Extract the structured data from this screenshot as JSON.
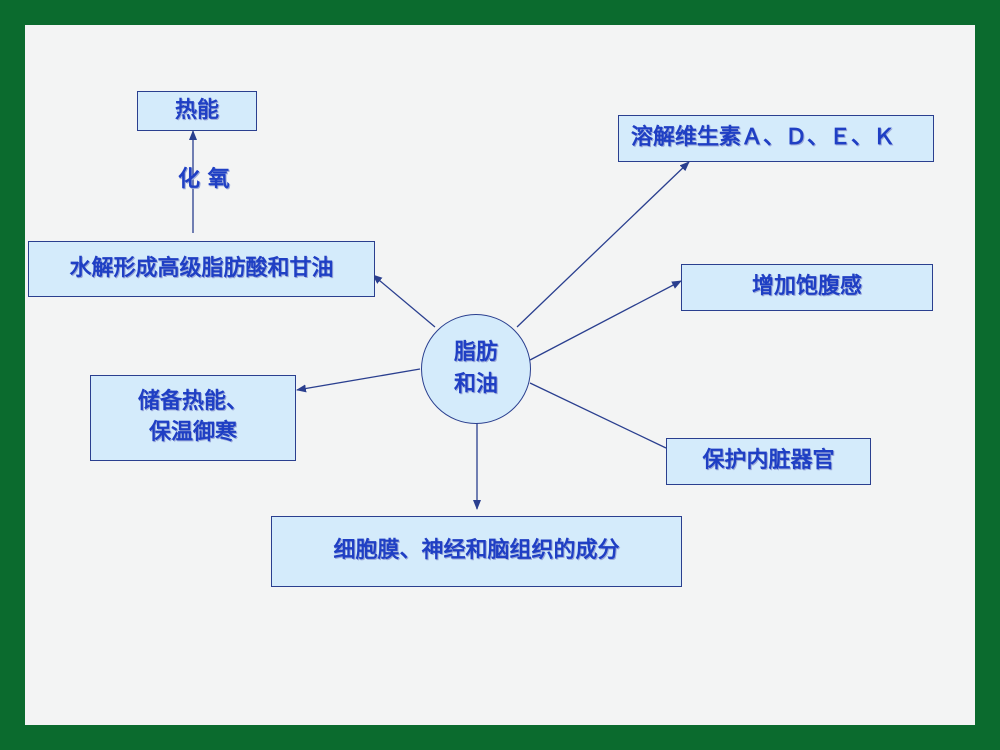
{
  "diagram": {
    "center": {
      "line1": "脂肪",
      "line2": "和油"
    },
    "nodes": {
      "heat_energy": "热能",
      "oxidation_label": "化 氧",
      "hydrolysis": "水解形成高级脂肪酸和甘油",
      "storage_line1": "储备热能、",
      "storage_line2": "保温御寒",
      "cell_membrane": "细胞膜、神经和脑组织的成分",
      "vitamins": "溶解维生素Ａ、Ｄ、Ｅ、Ｋ",
      "satiety": "增加饱腹感",
      "protect_organs": "保护内脏器官"
    }
  },
  "colors": {
    "frame": "#0b6b2e",
    "background": "#f3f4f4",
    "box_fill": "#d4ebfb",
    "text": "#1f3fc4",
    "line": "#2a3f8f"
  }
}
